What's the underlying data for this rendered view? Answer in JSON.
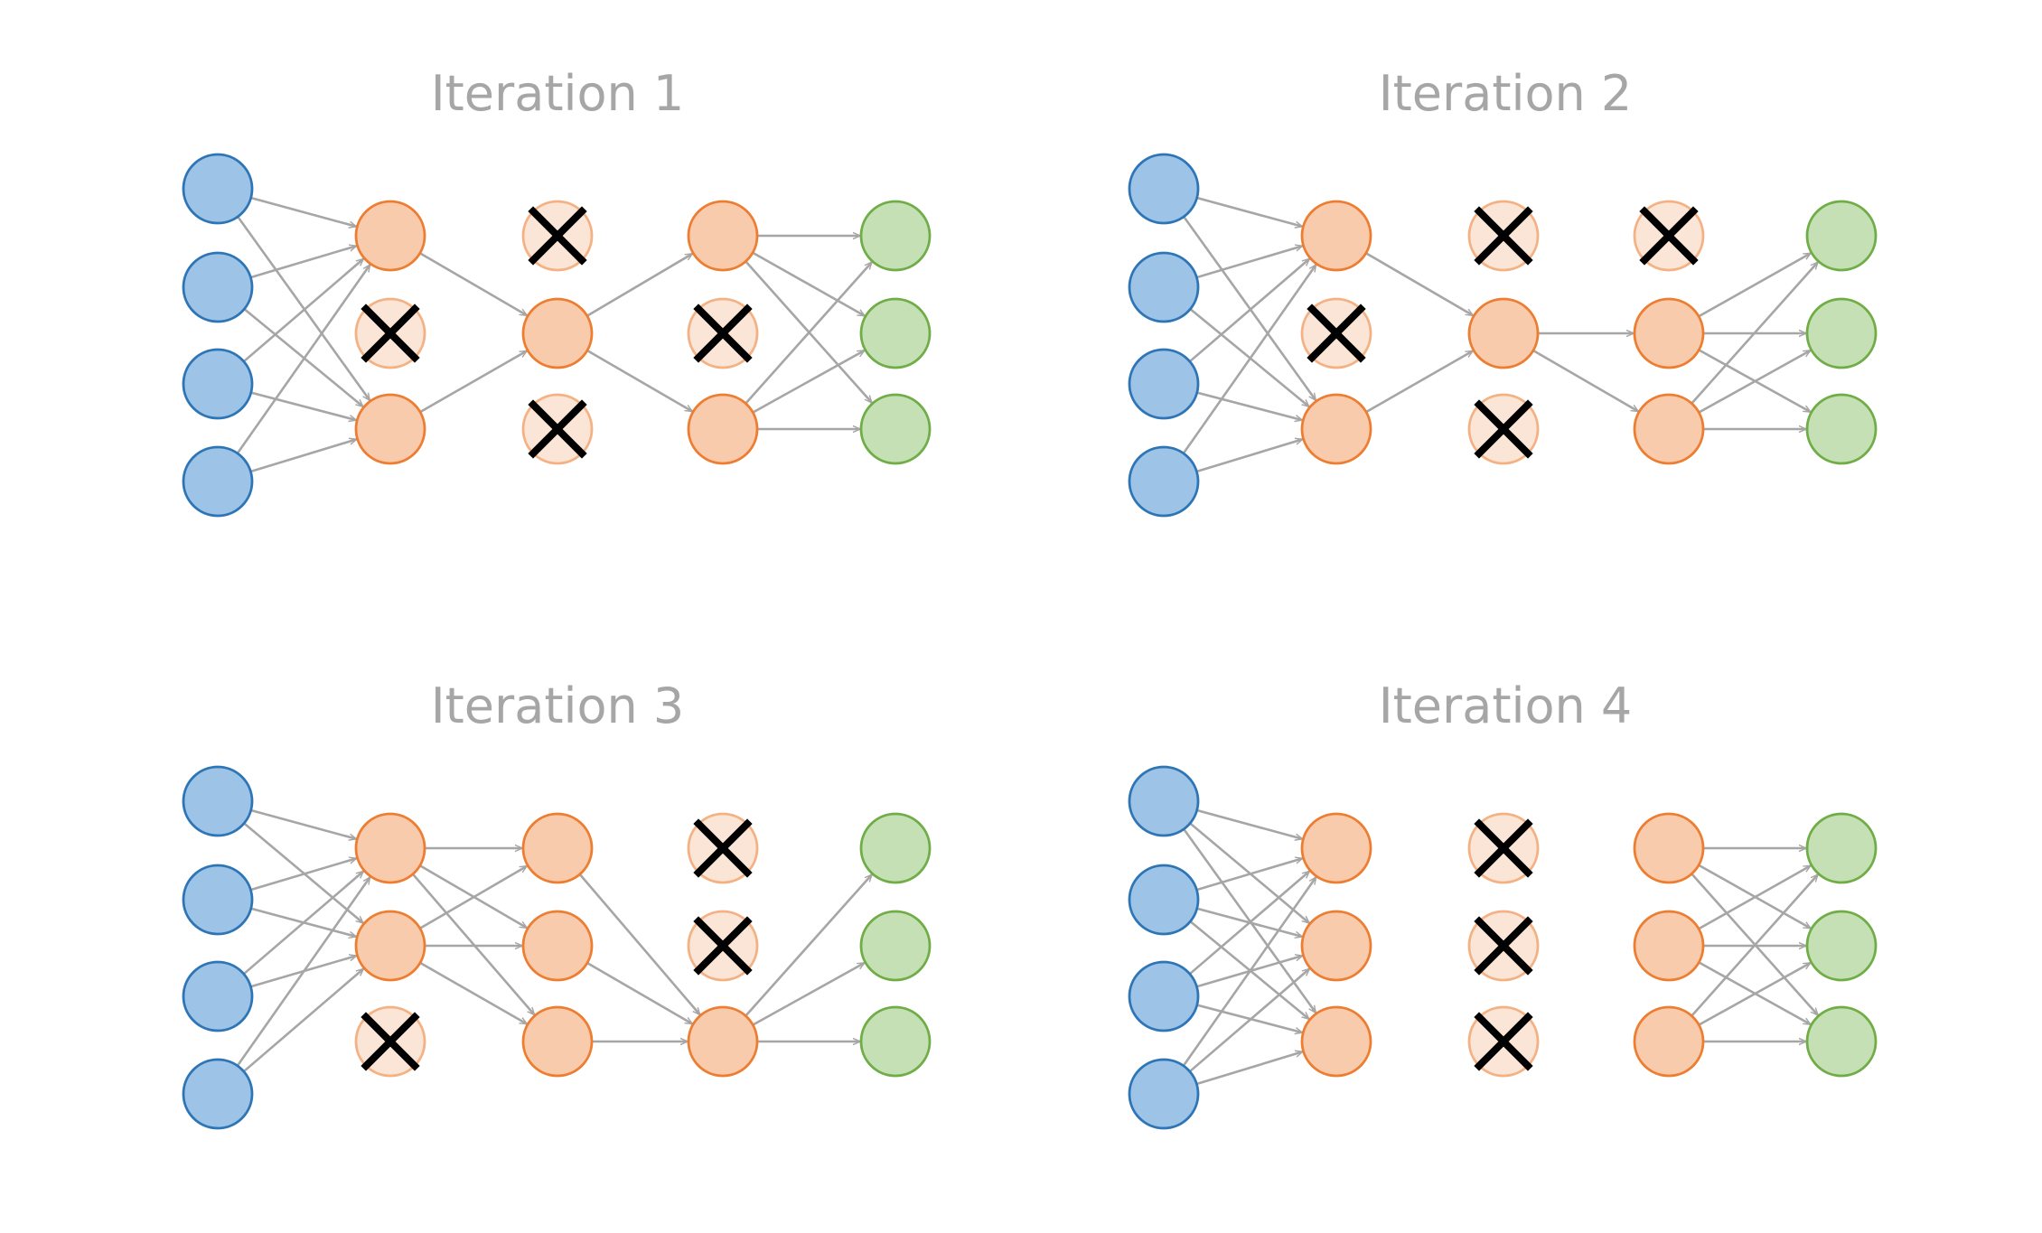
{
  "colors": {
    "input_fill": "#9dc3e6",
    "input_stroke": "#2e75b6",
    "hidden_fill": "#f8cbad",
    "hidden_stroke": "#ed7d31",
    "dropped_fill": "#fbe5d6",
    "dropped_stroke": "#f4b183",
    "output_fill": "#c5e0b4",
    "output_stroke": "#70ad47",
    "edge": "#a6a6a6",
    "cross": "#000000",
    "title": "#a6a6a6"
  },
  "panels": [
    {
      "title": "Iteration 1",
      "dropped": [
        [
          0,
          1,
          0
        ],
        [
          1,
          0,
          1
        ],
        [
          0,
          1,
          0
        ]
      ]
    },
    {
      "title": "Iteration 2",
      "dropped": [
        [
          0,
          1,
          0
        ],
        [
          1,
          0,
          1
        ],
        [
          1,
          0,
          0
        ]
      ]
    },
    {
      "title": "Iteration 3",
      "dropped": [
        [
          0,
          0,
          1
        ],
        [
          0,
          0,
          0
        ],
        [
          1,
          1,
          0
        ]
      ]
    },
    {
      "title": "Iteration 4",
      "dropped": [
        [
          0,
          0,
          0
        ],
        [
          1,
          1,
          1
        ],
        [
          0,
          0,
          0
        ]
      ]
    }
  ]
}
